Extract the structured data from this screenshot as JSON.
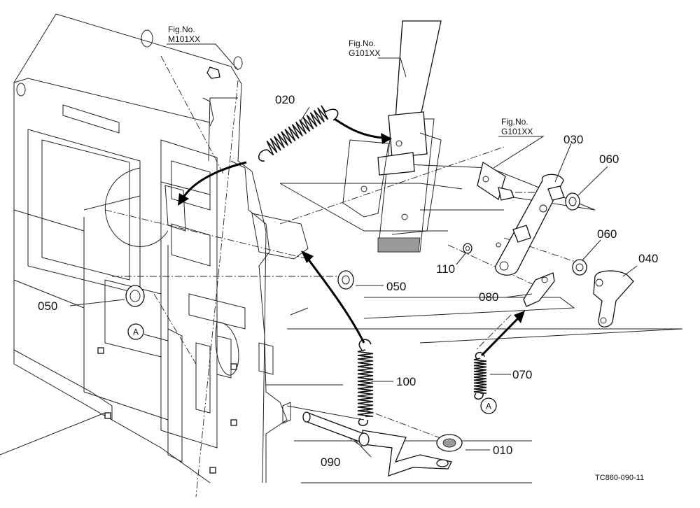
{
  "fig_refs": [
    {
      "line1": "Fig.No.",
      "line2": "M101XX"
    },
    {
      "line1": "Fig.No.",
      "line2": "G101XX"
    },
    {
      "line1": "Fig.No.",
      "line2": "G101XX"
    }
  ],
  "parts": {
    "p010": "010",
    "p020": "020",
    "p030": "030",
    "p040": "040",
    "p050a": "050",
    "p050b": "050",
    "p060a": "060",
    "p060b": "060",
    "p070": "070",
    "p080": "080",
    "p090": "090",
    "p100": "100",
    "p110": "110"
  },
  "markers": {
    "a1": "A",
    "a2": "A"
  },
  "drawing_code": "TC860-090-11"
}
